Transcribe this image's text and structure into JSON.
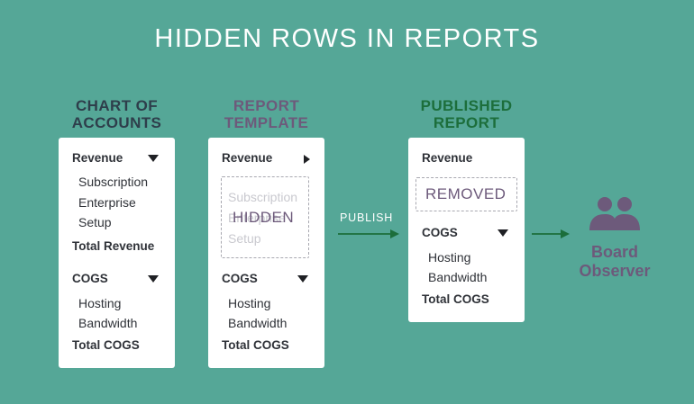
{
  "title": "HIDDEN ROWS IN REPORTS",
  "colors": {
    "background": "#55a797",
    "dark_title": "#2e3e4b",
    "purple": "#6d5a7b",
    "green": "#1c6e3b",
    "card": "#ffffff"
  },
  "columns": {
    "chart_of_accounts": {
      "title_line1": "CHART OF",
      "title_line2": "ACCOUNTS",
      "revenue": "Revenue",
      "revenue_items": [
        "Subscription",
        "Enterprise",
        "Setup"
      ],
      "total_revenue": "Total Revenue",
      "cogs": "COGS",
      "cogs_items": [
        "Hosting",
        "Bandwidth"
      ],
      "total_cogs": "Total COGS"
    },
    "report_template": {
      "title_line1": "REPORT",
      "title_line2": "TEMPLATE",
      "revenue": "Revenue",
      "ghost_items": [
        "Subscription",
        "Enterprise",
        "Setup"
      ],
      "hidden_label": "HIDDEN",
      "cogs": "COGS",
      "cogs_items": [
        "Hosting",
        "Bandwidth"
      ],
      "total_cogs": "Total COGS"
    },
    "published_report": {
      "title_line1": "PUBLISHED",
      "title_line2": "REPORT",
      "revenue": "Revenue",
      "removed_label": "REMOVED",
      "cogs": "COGS",
      "cogs_items": [
        "Hosting",
        "Bandwidth"
      ],
      "total_cogs": "Total COGS"
    }
  },
  "publish_label": "PUBLISH",
  "observer": {
    "line1": "Board",
    "line2": "Observer",
    "icon": "users-icon"
  }
}
